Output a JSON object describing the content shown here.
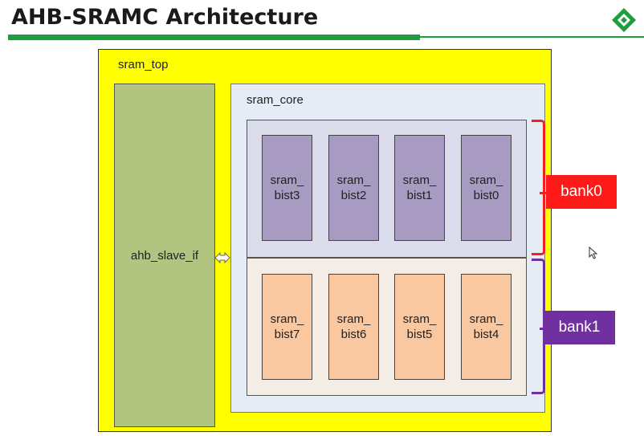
{
  "title": "AHB-SRAMC Architecture",
  "colors": {
    "accent_green": "#1e9e3e",
    "bank0": "#ff1a1a",
    "bank1": "#7030a0",
    "sram_top_fill": "#ffff00"
  },
  "logo_icon": "green-diamond-logo-icon",
  "diagram": {
    "sram_top": {
      "label": "sram_top"
    },
    "ahb_slave_if": {
      "label": "ahb_slave_if"
    },
    "connector_icon": "bidirectional-arrow-icon",
    "sram_core": {
      "label": "sram_core"
    },
    "bank0": {
      "label": "bank0",
      "cells": [
        {
          "line1": "sram_",
          "line2": "bist3"
        },
        {
          "line1": "sram_",
          "line2": "bist2"
        },
        {
          "line1": "sram_",
          "line2": "bist1"
        },
        {
          "line1": "sram_",
          "line2": "bist0"
        }
      ]
    },
    "bank1": {
      "label": "bank1",
      "cells": [
        {
          "line1": "sram_",
          "line2": "bist7"
        },
        {
          "line1": "sram_",
          "line2": "bist6"
        },
        {
          "line1": "sram_",
          "line2": "bist5"
        },
        {
          "line1": "sram_",
          "line2": "bist4"
        }
      ]
    }
  },
  "cursor_icon": "mouse-pointer-icon"
}
